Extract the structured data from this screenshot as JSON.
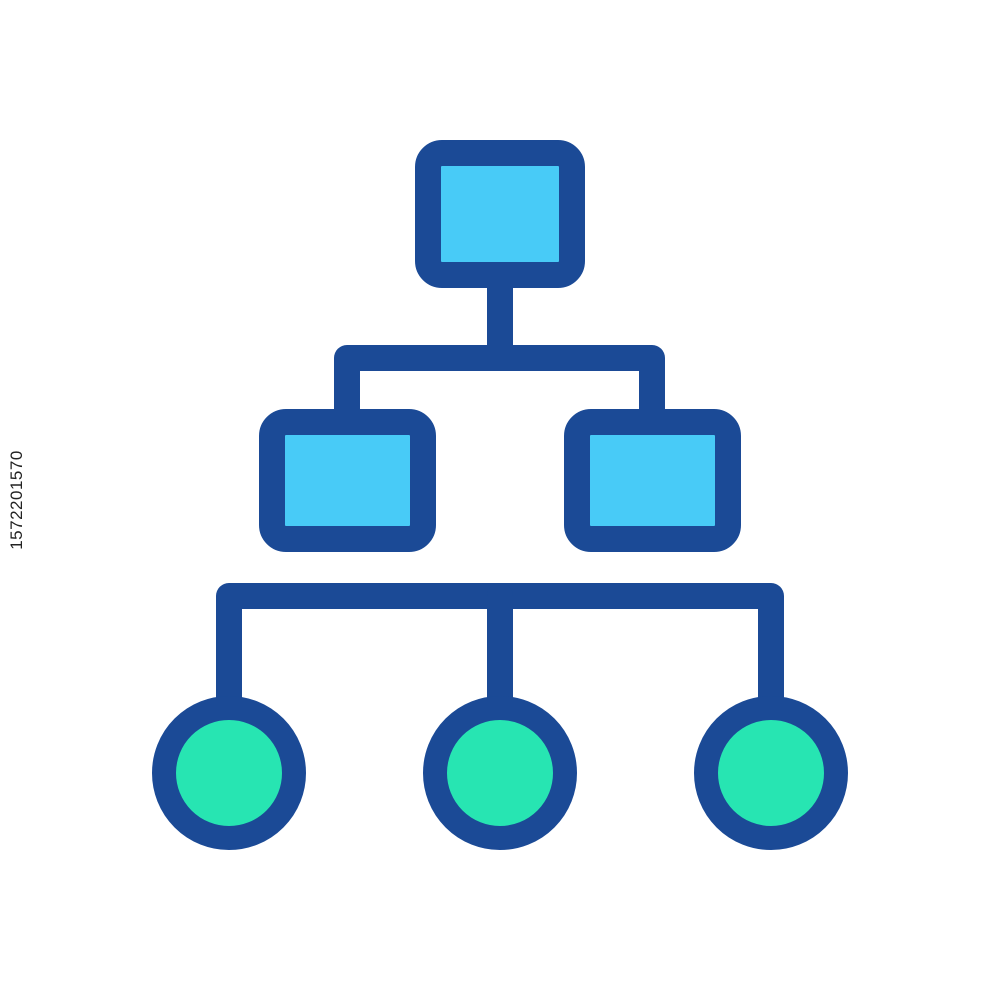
{
  "diagram": {
    "icon_name": "hierarchy-structure-icon",
    "colors": {
      "outline": "#1b4a96",
      "box_fill": "#48cbf7",
      "circle_fill": "#27e5b2",
      "background": "#ffffff"
    },
    "levels": [
      {
        "level": 1,
        "shape": "square",
        "count": 1
      },
      {
        "level": 2,
        "shape": "square",
        "count": 2
      },
      {
        "level": 3,
        "shape": "circle",
        "count": 3
      }
    ]
  },
  "image_id_text": "1572201570"
}
